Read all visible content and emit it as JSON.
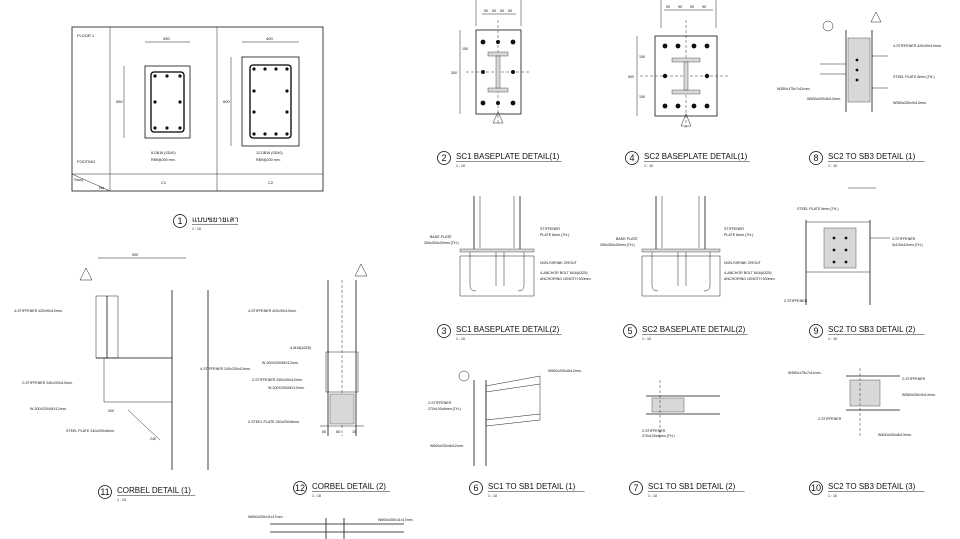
{
  "column_schedule": {
    "row_floor": "FLOOR 1",
    "row_footing": "FOOTING",
    "story_label": "Story",
    "no_label": "No.",
    "columns": [
      {
        "id": "C1",
        "width_dim": "350",
        "height_dim": "550",
        "bars": "8-DB16 (SD40)",
        "stirrup": "RB9@200 mm."
      },
      {
        "id": "C2",
        "width_dim": "400",
        "height_dim": "600",
        "bars": "12-DB16 (SD40)",
        "stirrup": "RB9@200 mm."
      }
    ]
  },
  "details": [
    {
      "num": "1",
      "title": "แบบขยายเสา",
      "scale": "1 : 10"
    },
    {
      "num": "2",
      "title": "SC1 BASEPLATE DETAIL(1)",
      "scale": "1 : 10"
    },
    {
      "num": "3",
      "title": "SC1 BASEPLATE DETAIL(2)",
      "scale": "1 : 10"
    },
    {
      "num": "4",
      "title": "SC2 BASEPLATE DETAIL(1)",
      "scale": "1 : 10"
    },
    {
      "num": "5",
      "title": "SC2 BASEPLATE DETAIL(2)",
      "scale": "1 : 10"
    },
    {
      "num": "6",
      "title": "SC1 TO SB1 DETAIL (1)",
      "scale": "1 : 10"
    },
    {
      "num": "7",
      "title": "SC1 TO SB1 DETAIL (2)",
      "scale": "1 : 10"
    },
    {
      "num": "8",
      "title": "SC2 TO SB3 DETAIL (1)",
      "scale": "1 : 10"
    },
    {
      "num": "9",
      "title": "SC2 TO SB3 DETAIL (2)",
      "scale": "1 : 10"
    },
    {
      "num": "10",
      "title": "SC2 TO SB3 DETAIL (3)",
      "scale": "1 : 10"
    },
    {
      "num": "11",
      "title": "CORBEL DETAIL (1)",
      "scale": "1 : 10"
    },
    {
      "num": "12",
      "title": "CORBEL DETAIL (2)",
      "scale": "1 : 10"
    }
  ],
  "dimensions": {
    "bp1_top": [
      "50",
      "50",
      "50",
      "50"
    ],
    "bp1_side": [
      "300",
      "150"
    ],
    "bp2_top": [
      "90",
      "90",
      "90",
      "90"
    ],
    "bp2_side": [
      "500",
      "150",
      "150"
    ],
    "corbel_width": "500",
    "corbel_plate": "200",
    "corbel_offset": "240",
    "corbel2_bottom": [
      "65",
      "65",
      "15"
    ]
  },
  "notes": {
    "stiffener_top": "4-STIFFENER 420x90x10mm.",
    "stiffener_side": "2-STIFFENER 240x200x10mm.",
    "w_beam_300": "W-300X200X8X12mm.",
    "steel_plate_240": "STEEL PLATE 240x200x8mm.",
    "four_stiffener_240": "4-STIFFENER 240x200x10mm.",
    "w_section_corbel2": "W-300X200X8X12mm.",
    "two_stiffener_240_c2": "2-STIFFENER 240x200x10mm.",
    "w_300_c2b": "W-300X200X8X12mm.",
    "two_steel_plate": "2-STEEL PLATE 240x200x8mm.",
    "four_bolts": "4-M16(A325)",
    "stiffener_plate": "STIFFENER",
    "plate_8mm": "PLATE 8mm.(TH.)",
    "base_plate": "BASE PLATE",
    "base_plate_size": "300x300x20mm.(TH.)",
    "non_shrink": "NON-SHRINK GROUT",
    "anchor_bolt": "4-ANCHOR BOLT M16(A325)",
    "anchoring": "ANCHORING LENGTH 300mm.",
    "base_plate_size2": "350x350x20mm.(TH.)",
    "w500": "W500x200x8x12mm.",
    "w500_b": "W500x200x8x12mm.",
    "stiffener_270": "2-STIFFENER",
    "stiffener_270_size": "270x100x8mm.(TH.)",
    "w350": "W350x175x7x11mm.",
    "w400": "W400x200x8x13mm.",
    "w350_b": "W350x175x7x11mm.",
    "w350_c": "W350x250x9x14mm.",
    "steel_plate_8": "STEEL PLATE 8mm.(TH.)",
    "stiffener_100": "3x100x10mm.(TH.)",
    "w400_b": "W400x200x8x13mm.",
    "w600": "W600x200x11x17mm."
  }
}
